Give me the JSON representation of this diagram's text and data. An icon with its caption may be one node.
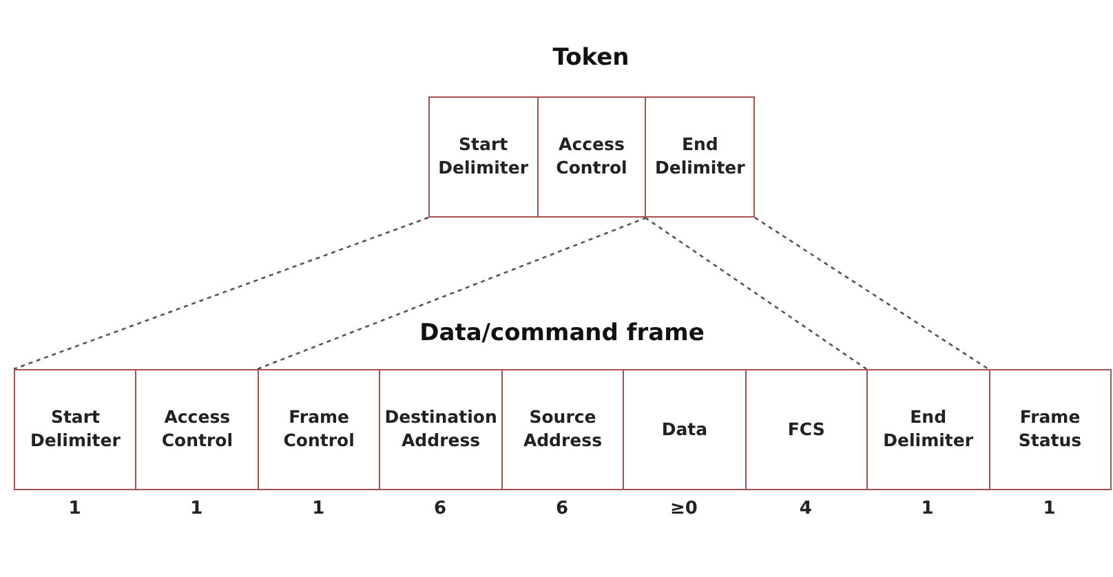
{
  "diagram": {
    "nodes": [
      {
        "text": [
          "Token"
        ]
      },
      {
        "text": [
          "Start Delimiter"
        ],
        "in": 0
      },
      {
        "text": [
          "Access Control"
        ],
        "in": 0
      },
      {
        "text": [
          "End Delimiter"
        ],
        "in": 0
      },
      {
        "text": [
          "Data/command frame"
        ]
      },
      {
        "text": [
          "Start Delimiter"
        ],
        "in": 4,
        "beside": [
          "1"
        ]
      },
      {
        "text": [
          "Access Control"
        ],
        "in": 4,
        "beside": [
          "1"
        ]
      },
      {
        "text": [
          "Frame Control"
        ],
        "in": 4,
        "beside": [
          "1"
        ]
      },
      {
        "text": [
          "Destination Address"
        ],
        "in": 4,
        "beside": [
          "6"
        ]
      },
      {
        "text": [
          "Source Address"
        ],
        "in": 4,
        "beside": [
          "6"
        ]
      },
      {
        "text": [
          "Data"
        ],
        "in": 4,
        "beside": [
          "≥0"
        ]
      },
      {
        "text": [
          "FCS"
        ],
        "in": 4,
        "beside": [
          "4"
        ]
      },
      {
        "text": [
          "End Delimiter"
        ],
        "in": 4,
        "beside": [
          "1"
        ]
      },
      {
        "text": [
          "Frame Status"
        ],
        "in": 4,
        "beside": [
          "1"
        ]
      }
    ],
    "edges": [
      {
        "from": 1,
        "to": 5,
        "arrow": "none",
        "style": "dashed"
      },
      {
        "from": 2,
        "to": 7,
        "arrow": "none",
        "style": "dashed"
      },
      {
        "from": 3,
        "to": 12,
        "arrow": "none",
        "style": "dashed"
      },
      {
        "from": 3,
        "to": 13,
        "arrow": "none",
        "style": "dashed"
      }
    ]
  }
}
